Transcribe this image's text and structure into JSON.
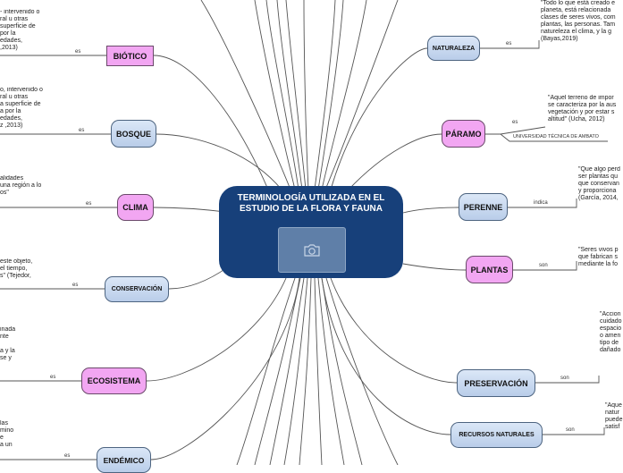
{
  "central": {
    "title": "TERMINOLOGÍA UTILIZADA EN EL ESTUDIO DE LA FLORA Y FAUNA",
    "image_icon": "camera-icon"
  },
  "nodes": {
    "biotico": "BIÓTICO",
    "bosque": "BOSQUE",
    "clima": "CLIMA",
    "conservacion": "CONSERVACIÓN",
    "ecosistema": "ECOSISTEMA",
    "endemico": "ENDÉMICO",
    "naturaleza": "NATURALEZA",
    "paramo": "PÁRAMO",
    "perenne": "PERENNE",
    "plantas": "PLANTAS",
    "preservacion": "PRESERVACIÓN",
    "recursos": "RECURSOS NATURALES"
  },
  "links": {
    "biotico": "es",
    "bosque": "es",
    "clima": "es",
    "conservacion": "es",
    "ecosistema": "es",
    "endemico": "es",
    "naturaleza": "es",
    "paramo": "es",
    "perenne": "indica",
    "plantas": "son",
    "preservacion": "son",
    "recursos": "son"
  },
  "texts": {
    "biotico": "- intervenido o\nral u otras\nsuperficie de\npor la\nedades,\n,2013)",
    "bosque": "o, intervenido o\nral u otras\na superficie de\na por la\nedades,\nz ,2013)",
    "clima": "alidades\nuna región a lo\nos\"",
    "conservacion": "este objeto,\nel tiempo,\ns\" (Tejedor,",
    "ecosistema": "inada\nnte\n\na y la\nse y",
    "endemico": "las\nmino\ne\na un",
    "naturaleza": "\"Todo lo que está creado e\nplaneta, está relacionada\nclases de seres vivos, com\nplantas, las personas. Tam\nnatureleza el clima, y la g\n(Bayas,2019)",
    "paramo": "\"Aquel terreno de impor\nse caracteriza por la aus\nvegetación y por estar s\naltitud\" (Ucha, 2012)",
    "paramo_source": "UNIVERSIDAD TÉCNICA DE AMBATO",
    "perenne": "\"Que algo perd\nser plantas qu\nque conservan\ny proporciona\n(García, 2014,",
    "plantas": "\"Seres vivos p\nque fabrican s\nmediante la fo",
    "preservacion": "\"Accion\ncuidado\nespacio\no amen\ntipo de\ndañado",
    "recursos": "\"Aque\nnatur\npuede\nsatisf"
  },
  "colors": {
    "central": "#17407a",
    "pink": "#f2a6f2",
    "blue": "#c9daf0",
    "line": "#555555"
  }
}
